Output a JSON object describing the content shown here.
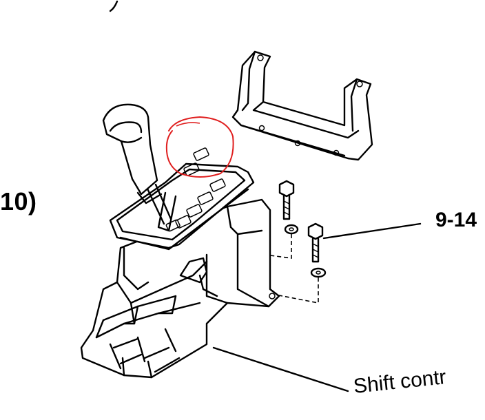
{
  "labels": {
    "left_ref": "10)",
    "torque_ref": "9-14",
    "part_name": "Shift contr"
  },
  "colors": {
    "ink": "#000000",
    "annotation_circle": "#e02020",
    "background": "#ffffff"
  }
}
